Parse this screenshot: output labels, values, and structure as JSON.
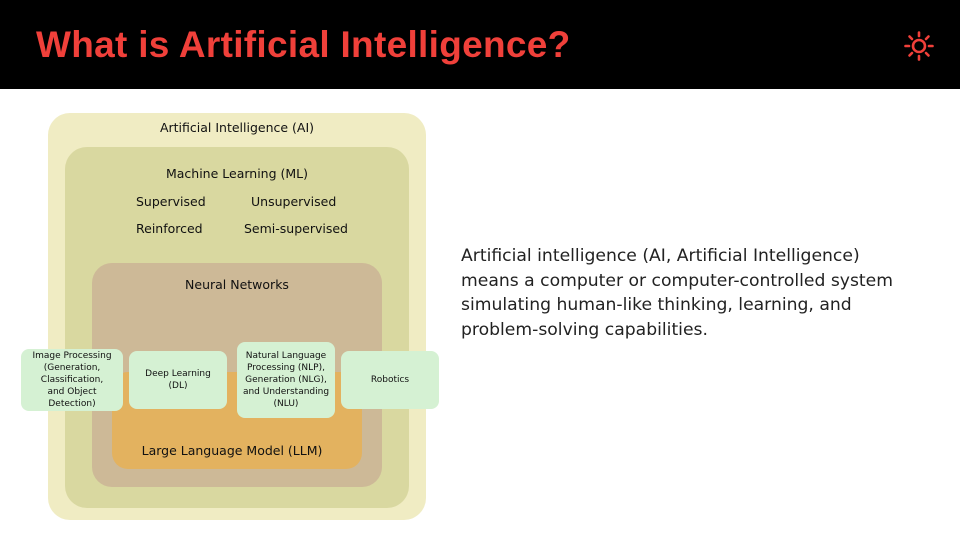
{
  "header": {
    "title": "What is Artificial Intelligence?",
    "icon": "sun-icon",
    "accent_color": "#f0403a",
    "background": "#000000"
  },
  "diagram": {
    "ai_label": "Artificial Intelligence (AI)",
    "ml_label": "Machine Learning (ML)",
    "ml_types": [
      "Supervised",
      "Unsupervised",
      "Reinforced",
      "Semi-supervised"
    ],
    "nn_label": "Neural Networks",
    "llm_label": "Large Language Model (LLM)",
    "cards": {
      "image_processing": "Image Processing\n(Generation,\nClassification,\nand Object Detection)",
      "deep_learning": "Deep Learning\n(DL)",
      "nlp": "Natural Language\nProcessing (NLP),\nGeneration (NLG),\nand Understanding\n(NLU)",
      "robotics": "Robotics"
    }
  },
  "description": "Artificial intelligence (AI, Artificial Intelligence) means a computer or computer-controlled system simulating human-like thinking, learning, and problem-solving capabilities."
}
